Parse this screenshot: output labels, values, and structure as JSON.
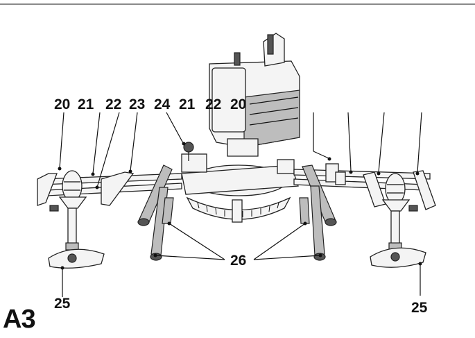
{
  "figure_label": "A3",
  "callouts": {
    "top_left": [
      "20",
      "21",
      "22",
      "23",
      "24",
      "21",
      "22",
      "20"
    ],
    "legs": "26",
    "foot_left": "25",
    "foot_right": "25"
  },
  "colors": {
    "ink": "#111111",
    "rule": "#8a8a8a",
    "shade": "#555555"
  }
}
